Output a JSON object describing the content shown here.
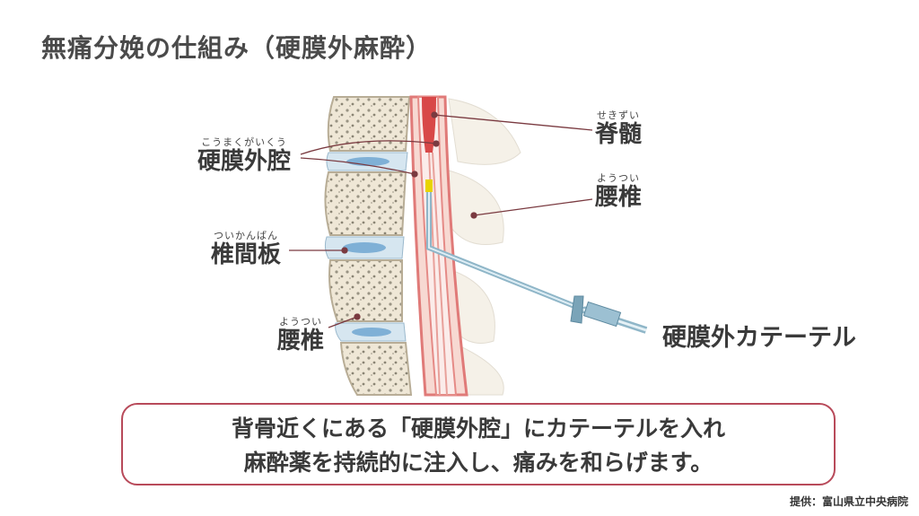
{
  "title": "無痛分娩の仕組み（硬膜外麻酔）",
  "labels": {
    "spinal_cord": {
      "ruby": "せきずい",
      "text": "脊髄"
    },
    "lumbar_right": {
      "ruby": "ようつい",
      "text": "腰椎"
    },
    "epidural_space": {
      "ruby": "こうまくがいくう",
      "text": "硬膜外腔"
    },
    "disc": {
      "ruby": "ついかんばん",
      "text": "椎間板"
    },
    "lumbar_left": {
      "ruby": "ようつい",
      "text": "腰椎"
    },
    "catheter": "硬膜外カテーテル"
  },
  "callout": {
    "line1": "背骨近くにある「硬膜外腔」にカテーテルを入れ",
    "line2": "麻酔薬を持続的に注入し、痛みを和らげます。"
  },
  "source": "提供：富山県立中央病院",
  "colors": {
    "accent": "#b84a5a",
    "leader": "#7a3a40",
    "dura": "#e07a78",
    "cord": "#d84848",
    "bone": "#f1eadc",
    "disc": "#d6e6f0"
  }
}
